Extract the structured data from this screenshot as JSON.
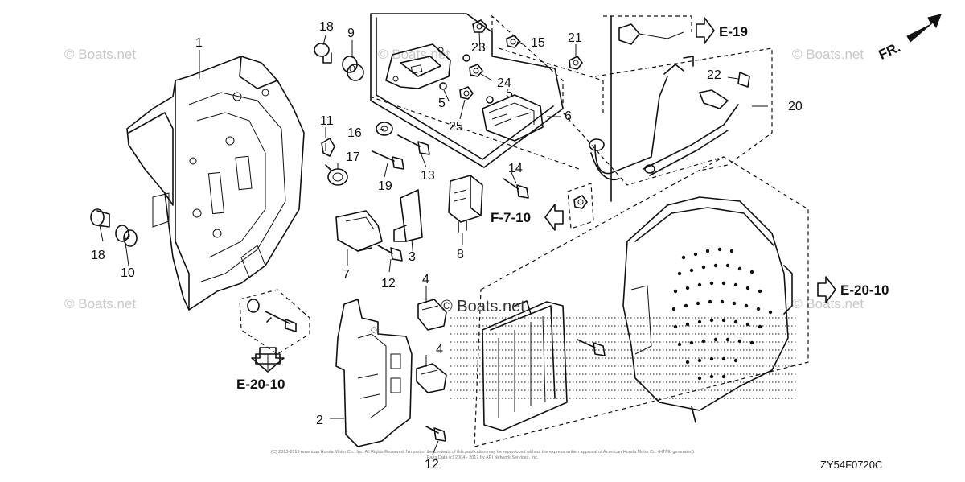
{
  "watermark_text": "© Boats.net",
  "center_watermark": "© Boats.net",
  "diagram_code": "ZY54F0720C",
  "copyright_lines": [
    "(C) 2013-2019 American Honda Motor Co., Inc. All Rights Reserved. No part of the contents of this publication may be reproduced without the express written approval of American Honda Motor Co. (HTML generated)",
    "Parts Data (c) 2004 - 2017 by ARI Network Services, Inc."
  ],
  "callouts": {
    "c1": "1",
    "c2": "2",
    "c3": "3",
    "c4a": "4",
    "c4b": "4",
    "c5a": "5",
    "c5b": "5",
    "c6": "6",
    "c7": "7",
    "c8": "8",
    "c9": "9",
    "c10": "10",
    "c11": "11",
    "c12a": "12",
    "c12b": "12",
    "c13": "13",
    "c14": "14",
    "c15": "15",
    "c16": "16",
    "c17": "17",
    "c18a": "18",
    "c18b": "18",
    "c19": "19",
    "c20": "20",
    "c21": "21",
    "c22": "22",
    "c23": "23",
    "c24": "24",
    "c25": "25"
  },
  "references": {
    "e19": "E-19",
    "f710": "F-7-10",
    "e2010_right": "E-20-10",
    "e2010_left": "E-20-10",
    "front": "FR."
  }
}
